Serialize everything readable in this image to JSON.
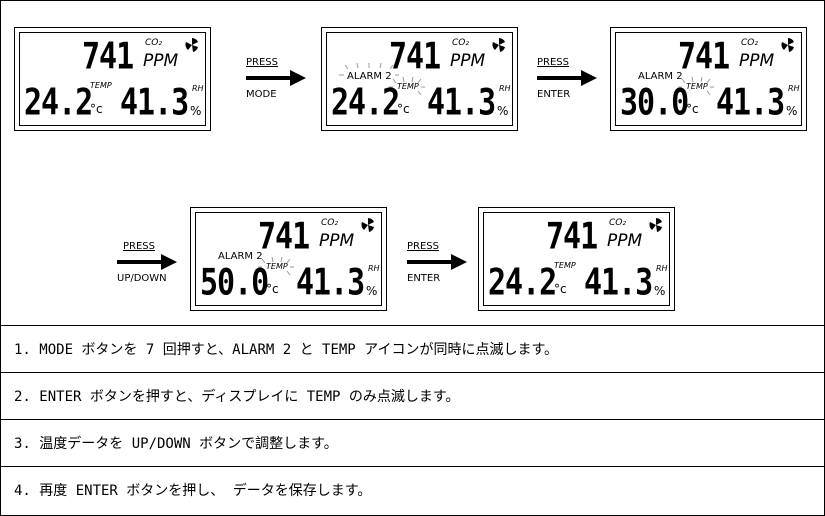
{
  "displays": [
    {
      "ppm": "741",
      "co2": "CO₂",
      "ppm_unit": "PPM",
      "temp": "24.2",
      "temp_unit": "°c",
      "temp_label": "TEMP",
      "rh": "41.3",
      "rh_unit": "%",
      "rh_label": "RH",
      "alarm": ""
    },
    {
      "ppm": "741",
      "co2": "CO₂",
      "ppm_unit": "PPM",
      "temp": "24.2",
      "temp_unit": "°c",
      "temp_label": "TEMP",
      "rh": "41.3",
      "rh_unit": "%",
      "rh_label": "RH",
      "alarm": "ALARM 2"
    },
    {
      "ppm": "741",
      "co2": "CO₂",
      "ppm_unit": "PPM",
      "temp": "30.0",
      "temp_unit": "°c",
      "temp_label": "TEMP",
      "rh": "41.3",
      "rh_unit": "%",
      "rh_label": "RH",
      "alarm": "ALARM 2"
    },
    {
      "ppm": "741",
      "co2": "CO₂",
      "ppm_unit": "PPM",
      "temp": "50.0",
      "temp_unit": "°c",
      "temp_label": "TEMP",
      "rh": "41.3",
      "rh_unit": "%",
      "rh_label": "RH",
      "alarm": "ALARM 2"
    },
    {
      "ppm": "741",
      "co2": "CO₂",
      "ppm_unit": "PPM",
      "temp": "24.2",
      "temp_unit": "°c",
      "temp_label": "TEMP",
      "rh": "41.3",
      "rh_unit": "%",
      "rh_label": "RH",
      "alarm": ""
    }
  ],
  "arrows": [
    {
      "line1": "PRESS",
      "line2": "MODE"
    },
    {
      "line1": "PRESS",
      "line2": "ENTER"
    },
    {
      "line1": "PRESS",
      "line2": "UP/DOWN"
    },
    {
      "line1": "PRESS",
      "line2": "ENTER"
    }
  ],
  "steps": [
    "1. MODE ボタンを 7 回押すと、ALARM 2 と TEMP アイコンが同時に点滅します。",
    "2. ENTER ボタンを押すと、ディスプレイに TEMP のみ点滅します。",
    "3. 温度データを UP/DOWN ボタンで調整します。",
    "4. 再度 ENTER ボタンを押し、 データを保存します。"
  ]
}
